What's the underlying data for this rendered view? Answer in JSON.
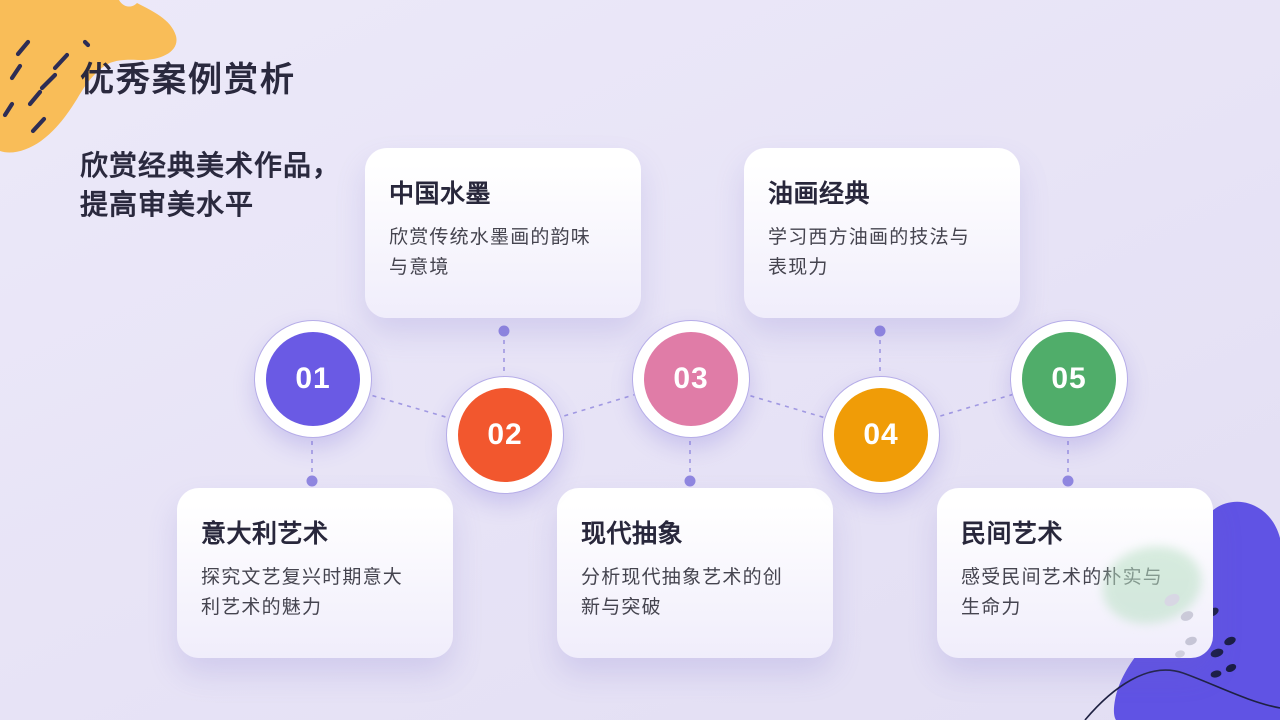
{
  "slide": {
    "title": "优秀案例赏析",
    "subtitle_line1": "欣赏经典美术作品，",
    "subtitle_line2": "提高审美水平"
  },
  "timeline": {
    "circles": [
      {
        "number": "01",
        "color": "#6A5AE4"
      },
      {
        "number": "02",
        "color": "#F2572E"
      },
      {
        "number": "03",
        "color": "#E07CA7"
      },
      {
        "number": "04",
        "color": "#F09C07"
      },
      {
        "number": "05",
        "color": "#50AD6A"
      }
    ],
    "cards": [
      {
        "title": "中国水墨",
        "body": "欣赏传统水墨画的韵味与意境"
      },
      {
        "title": "油画经典",
        "body": "学习西方油画的技法与表现力"
      },
      {
        "title": "意大利艺术",
        "body": "探究文艺复兴时期意大利艺术的魅力"
      },
      {
        "title": "现代抽象",
        "body": "分析现代抽象艺术的创新与突破"
      },
      {
        "title": "民间艺术",
        "body": "感受民间艺术的朴实与生命力"
      }
    ]
  },
  "colors": {
    "background": "#E7E3F6",
    "accent_yellow": "#F9BD58",
    "accent_purple_blob": "#6053E4",
    "navy_ink": "#2D2D55",
    "connector_line": "#A199E2",
    "connector_dot": "#9087E0",
    "title_text": "#2A293E",
    "card_title_text": "#28273B",
    "card_body_text": "#45444F"
  }
}
